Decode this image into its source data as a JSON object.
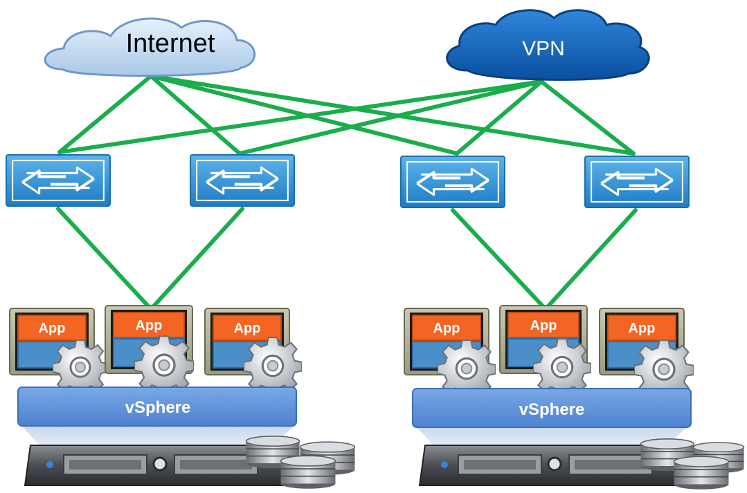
{
  "clouds": {
    "internet": {
      "label": "Internet"
    },
    "vpn": {
      "label": "VPN"
    }
  },
  "hosts": [
    {
      "apps": [
        {
          "label": "App"
        },
        {
          "label": "App"
        },
        {
          "label": "App"
        }
      ],
      "hypervisor": {
        "label": "vSphere"
      }
    },
    {
      "apps": [
        {
          "label": "App"
        },
        {
          "label": "App"
        },
        {
          "label": "App"
        }
      ],
      "hypervisor": {
        "label": "vSphere"
      }
    }
  ],
  "colors": {
    "link": "#1aad4c",
    "switch": "#2b8fd1",
    "app_bar": "#f26522",
    "os_box": "#4a8fc8",
    "hypervisor": "#5b8fd6",
    "cloud_internet": "#b9d4ee",
    "cloud_vpn": "#0f5fb5"
  },
  "icons": {
    "switch": "switch-icon",
    "gear": "gear-icon",
    "server": "rack-server-icon",
    "storage": "database-stack-icon"
  }
}
